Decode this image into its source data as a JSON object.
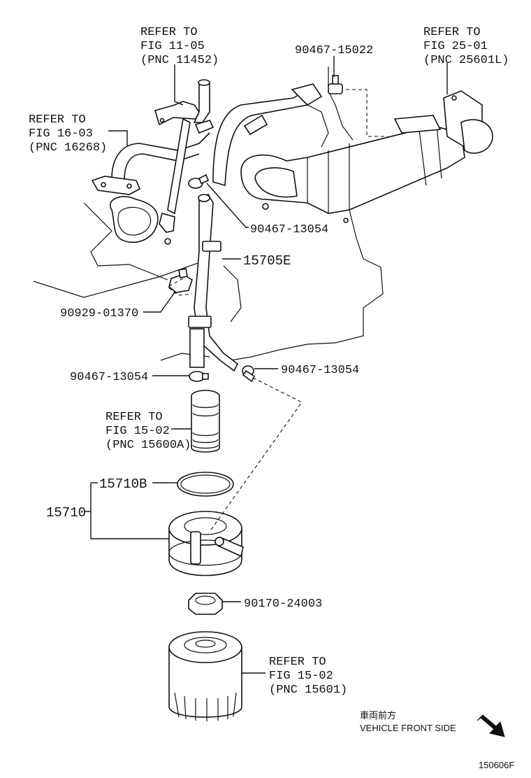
{
  "labels": {
    "ref_fig11_l1": "REFER TO",
    "ref_fig11_l2": "FIG 11-05",
    "ref_fig11_l3": "(PNC 11452)",
    "ref_fig16_l1": "REFER TO",
    "ref_fig16_l2": "FIG 16-03",
    "ref_fig16_l3": "(PNC 16268)",
    "ref_fig25_l1": "REFER TO",
    "ref_fig25_l2": "FIG 25-01",
    "ref_fig25_l3": "(PNC 25601L)",
    "pn_90467_15022": "90467-15022",
    "pn_90467_13054_a": "90467-13054",
    "pn_15705E": "15705E",
    "pn_90929_01370": "90929-01370",
    "pn_90467_13054_b": "90467-13054",
    "pn_90467_13054_c": "90467-13054",
    "ref_fig1502a_l1": "REFER TO",
    "ref_fig1502a_l2": "FIG 15-02",
    "ref_fig1502a_l3": "(PNC 15600A)",
    "pn_15710B": "15710B",
    "pn_15710": "15710",
    "pn_90170_24003": "90170-24003",
    "ref_fig1502b_l1": "REFER TO",
    "ref_fig1502b_l2": "FIG 15-02",
    "ref_fig1502b_l3": "(PNC 15601)",
    "front_jp": "車両前方",
    "front_en": "VEHICLE FRONT SIDE",
    "figure_code": "150606F"
  },
  "icons": [
    "front-direction-arrow-icon"
  ]
}
